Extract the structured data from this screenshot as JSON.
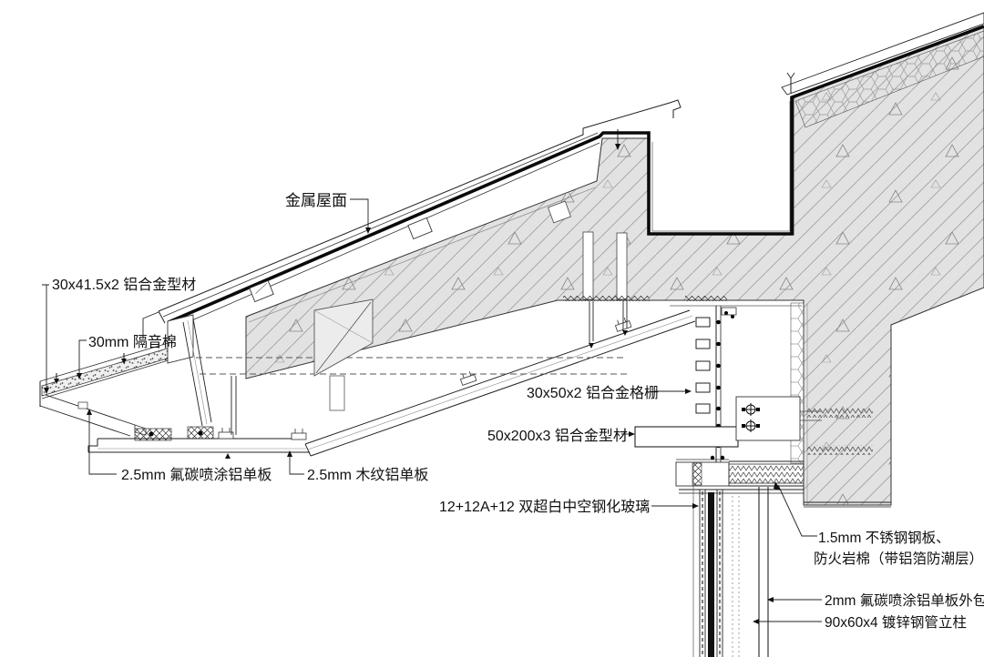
{
  "drawing": {
    "kind": "construction-detail-section",
    "labels": {
      "metal_roof": "金属屋面",
      "alu_profile_30": "30x41.5x2 铝合金型材",
      "sound_insulation": "30mm 隔音棉",
      "fc_alu_panel": "2.5mm  氟碳喷涂铝单板",
      "wood_alu_panel": "2.5mm  木纹铝单板",
      "alu_grille": "30x50x2  铝合金格栅",
      "alu_profile_50": "50x200x3  铝合金型材",
      "glass": "12+12A+12 双超白中空钢化玻璃",
      "steel_plate_line1": "1.5mm  不锈钢钢板、",
      "steel_plate_line2": "防火岩棉（带铝箔防潮层）",
      "fc_alu_cladding": "2mm 氟碳喷涂铝单板外包",
      "steel_column": "90x60x4  镀锌钢管立柱"
    },
    "colors": {
      "line": "#1a1a1a",
      "membrane": "#0a0a0a",
      "concrete_fill": "#e2e2e2",
      "hatch_line": "#a0a0a0"
    }
  }
}
